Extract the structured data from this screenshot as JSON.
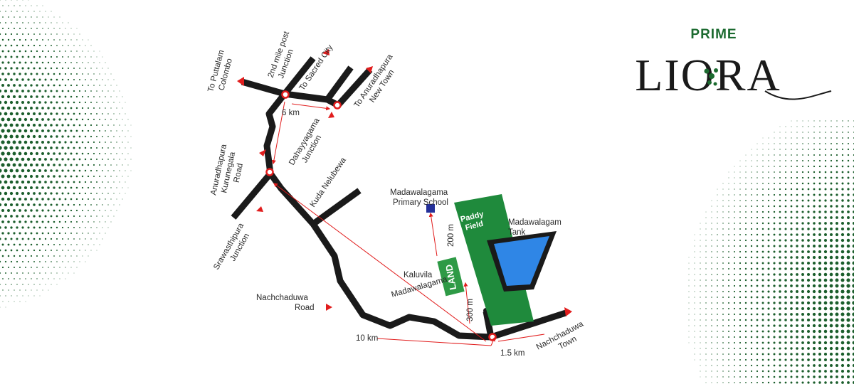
{
  "brand": {
    "prime": "PRIME",
    "liora": "LIORA",
    "color_green": "#1b6a2f",
    "color_dark": "#1a1a1a"
  },
  "colors": {
    "road": "#1a1a1a",
    "accent_red": "#e11d1d",
    "land_green": "#2e9a46",
    "paddy_green": "#1f8a3c",
    "tank_blue": "#2f86e6",
    "school_blue": "#24309a",
    "dots_green": "#1b5e2c"
  },
  "labels": {
    "to_puttalam_colombo": [
      "To Puttalam",
      "Colombo"
    ],
    "second_mile_post": [
      "2nd mile post",
      "Junction"
    ],
    "to_sacred_city": "To Sacred City",
    "to_anuradhapura_new_town": [
      "To Anuradhapura",
      "New Town"
    ],
    "six_km": "6 km",
    "dahayyagama_junction": [
      "Dahayyagama",
      "Junction"
    ],
    "anuradhapura_kurunegala_road": [
      "Anuradhapura",
      "Kurunegala",
      "Road"
    ],
    "kuda_nelubewa": "Kuda Nelubewa",
    "srawasthipura_junction": [
      "Srawasthipura",
      "Junction"
    ],
    "madawalagama_primary_school": [
      "Madawalagama",
      "Primary School"
    ],
    "paddy_field": [
      "Paddy",
      "Field"
    ],
    "madawalagam_tank": [
      "Madawalagam",
      "Tank"
    ],
    "two_hundred_m": "200 m",
    "kaluvila": "Kaluvila",
    "land": "LAND",
    "madawalagama": "Madawalagama",
    "three_hundred_m": "300 m",
    "nachchaduwa_road": [
      "Nachchaduwa",
      "Road"
    ],
    "ten_km": "10 km",
    "one_point_five_km": "1.5 km",
    "nachchaduwa_town": [
      "Nachchaduwa",
      "Town"
    ]
  }
}
